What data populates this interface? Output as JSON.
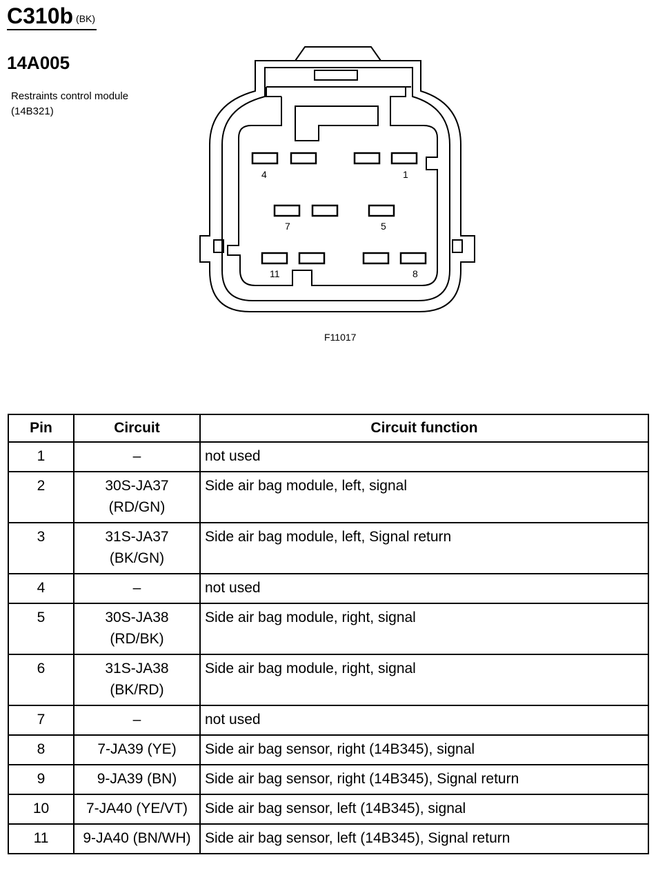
{
  "connector": {
    "id": "C310b",
    "color_code": "(BK)",
    "part_number": "14A005",
    "description": "Restraints control module (14B321)",
    "figure_code": "F11017"
  },
  "diagram": {
    "pin_labels": [
      "4",
      "1",
      "7",
      "5",
      "11",
      "8"
    ]
  },
  "table": {
    "headers": [
      "Pin",
      "Circuit",
      "Circuit function"
    ],
    "rows": [
      {
        "pin": "1",
        "circuit": "–",
        "function": "not used"
      },
      {
        "pin": "2",
        "circuit": "30S-JA37 (RD/GN)",
        "function": "Side air bag module, left, signal"
      },
      {
        "pin": "3",
        "circuit": "31S-JA37 (BK/GN)",
        "function": "Side air bag module, left, Signal return"
      },
      {
        "pin": "4",
        "circuit": "–",
        "function": "not used"
      },
      {
        "pin": "5",
        "circuit": "30S-JA38 (RD/BK)",
        "function": "Side air bag module, right, signal"
      },
      {
        "pin": "6",
        "circuit": "31S-JA38 (BK/RD)",
        "function": "Side air bag module, right, signal"
      },
      {
        "pin": "7",
        "circuit": "–",
        "function": "not used"
      },
      {
        "pin": "8",
        "circuit": "7-JA39 (YE)",
        "function": "Side air bag sensor, right (14B345), signal"
      },
      {
        "pin": "9",
        "circuit": "9-JA39 (BN)",
        "function": "Side air bag sensor, right (14B345), Signal return"
      },
      {
        "pin": "10",
        "circuit": "7-JA40 (YE/VT)",
        "function": "Side air bag sensor, left (14B345), signal"
      },
      {
        "pin": "11",
        "circuit": "9-JA40 (BN/WH)",
        "function": "Side air bag sensor, left (14B345), Signal return"
      }
    ]
  }
}
